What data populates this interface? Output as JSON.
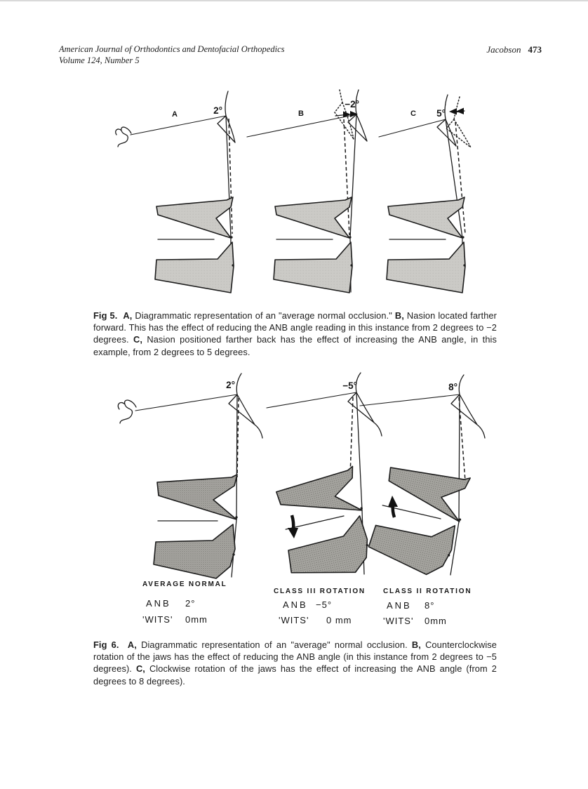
{
  "header": {
    "journal_line1": "American Journal of Orthodontics and Dentofacial Orthopedics",
    "journal_line2": "Volume 124, Number 5",
    "author": "Jacobson",
    "page_number": "473"
  },
  "colors": {
    "fig5_jaw_fill": "#cbcac6",
    "fig6_jaw_fill": "#a8a7a2",
    "line": "#1c1c1c"
  },
  "fig5": {
    "panels": [
      {
        "letter": "A",
        "angle": "2°"
      },
      {
        "letter": "B",
        "angle": "−2°"
      },
      {
        "letter": "C",
        "angle": "5°"
      }
    ],
    "caption": {
      "fig_label": "Fig 5.",
      "a_letter": "A,",
      "a_text": " Diagrammatic representation of an \"average normal occlusion.\" ",
      "b_letter": "B,",
      "b_text": " Nasion located farther forward. This has the effect of reducing the ANB angle reading in this instance from 2 degrees to −2 degrees. ",
      "c_letter": "C,",
      "c_text": " Nasion positioned farther back has the effect of increasing the ANB angle, in this example, from 2 degrees to 5 degrees."
    }
  },
  "fig6": {
    "panels": [
      {
        "angle": "2°",
        "title": "AVERAGE  NORMAL",
        "anb_label": "ANB",
        "anb_value": "2°",
        "wits_label": "'WITS'",
        "wits_value": "0mm"
      },
      {
        "angle": "−5°",
        "title": "CLASS III  ROTATION",
        "anb_label": "ANB",
        "anb_value": "−5°",
        "wits_label": "'WITS'",
        "wits_value": "0 mm"
      },
      {
        "angle": "8°",
        "title": "CLASS II  ROTATION",
        "anb_label": "ANB",
        "anb_value": "8°",
        "wits_label": "'WITS'",
        "wits_value": "0mm"
      }
    ],
    "caption": {
      "fig_label": "Fig 6.",
      "a_letter": "A,",
      "a_text": " Diagrammatic representation of an \"average\" normal occlusion. ",
      "b_letter": "B,",
      "b_text": " Counterclockwise rotation of the jaws has the effect of reducing the ANB angle (in this instance from 2 degrees to −5 degrees). ",
      "c_letter": "C,",
      "c_text": " Clockwise rotation of the jaws has the effect of increasing the ANB angle (from 2 degrees to 8 degrees)."
    }
  }
}
